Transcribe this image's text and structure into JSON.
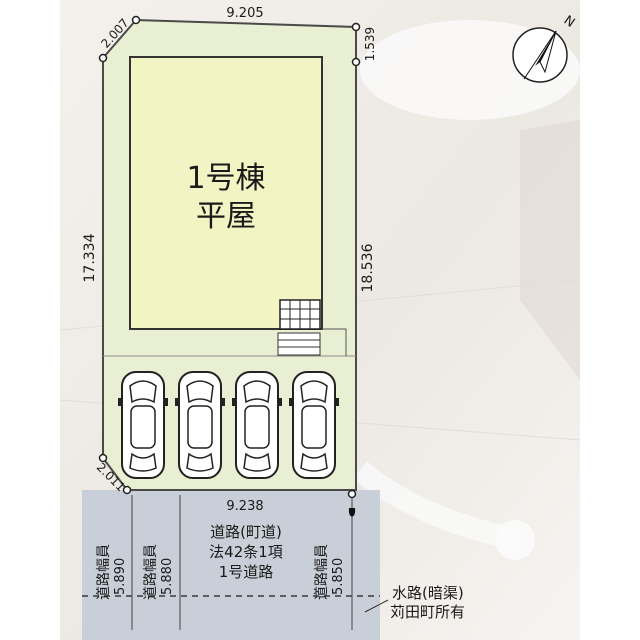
{
  "site_plan": {
    "building": {
      "line1": "1号棟",
      "line2": "平屋"
    },
    "dimensions": {
      "top": "9.205",
      "top_left_corner": "2.007",
      "top_right": "1.539",
      "left": "17.334",
      "right": "18.536",
      "bottom_left_corner": "2.011",
      "bottom": "9.238"
    },
    "road": {
      "line1": "道路(町道)",
      "line2": "法42条1項",
      "line3": "1号道路"
    },
    "road_widths": [
      {
        "label": "道路幅員",
        "value": "5.890"
      },
      {
        "label": "道路幅員",
        "value": "5.880"
      },
      {
        "label": "道路幅員",
        "value": "5.850"
      }
    ],
    "waterway": {
      "line1": "水路(暗渠)",
      "line2": "苅田町所有"
    },
    "north_label": "N",
    "parking_spaces": 4,
    "colors": {
      "lot_fill": "#e9efd3",
      "building_fill": "#f3f4c4",
      "road_fill": "#c9cfd8",
      "outline": "#4a4a4a"
    }
  }
}
